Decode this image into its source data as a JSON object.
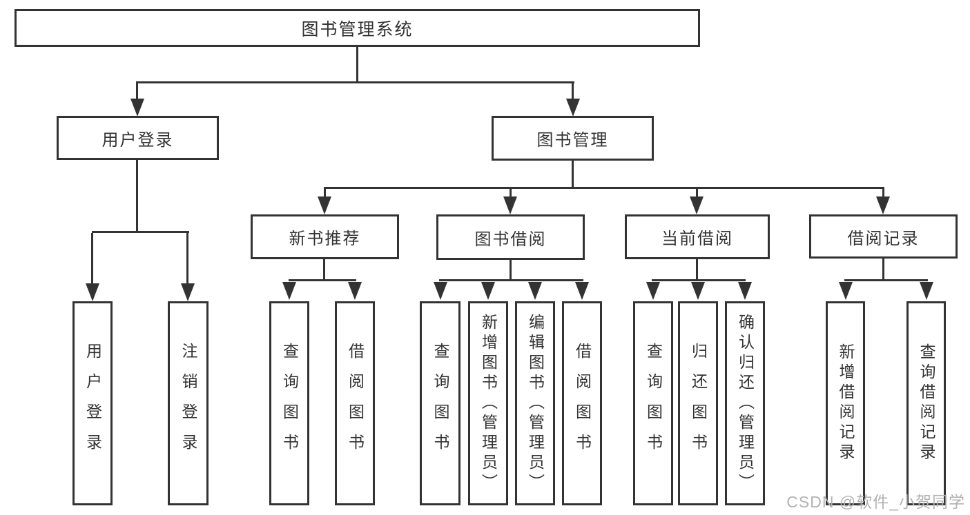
{
  "diagram": {
    "type": "hierarchy",
    "root": {
      "label": "图书管理系统",
      "children": [
        {
          "label": "用户登录",
          "children": [
            {
              "label": "用户登录"
            },
            {
              "label": "注销登录"
            }
          ]
        },
        {
          "label": "图书管理",
          "children": [
            {
              "label": "新书推荐",
              "children": [
                {
                  "label": "查询图书"
                },
                {
                  "label": "借阅图书"
                }
              ]
            },
            {
              "label": "图书借阅",
              "children": [
                {
                  "label": "查询图书"
                },
                {
                  "label": "新增图书（管理员）"
                },
                {
                  "label": "编辑图书（管理员）"
                },
                {
                  "label": "借阅图书"
                }
              ]
            },
            {
              "label": "当前借阅",
              "children": [
                {
                  "label": "查询图书"
                },
                {
                  "label": "归还图书"
                },
                {
                  "label": "确认归还（管理员）"
                }
              ]
            },
            {
              "label": "借阅记录",
              "children": [
                {
                  "label": "新增借阅记录"
                },
                {
                  "label": "查询借阅记录"
                }
              ]
            }
          ]
        }
      ]
    }
  },
  "watermark": {
    "text": "CSDN @软件_小贺同学",
    "color": "#b2b2b2"
  },
  "colors": {
    "line": "#333333",
    "box_border": "#333333",
    "text": "#333333",
    "background": "#ffffff"
  }
}
